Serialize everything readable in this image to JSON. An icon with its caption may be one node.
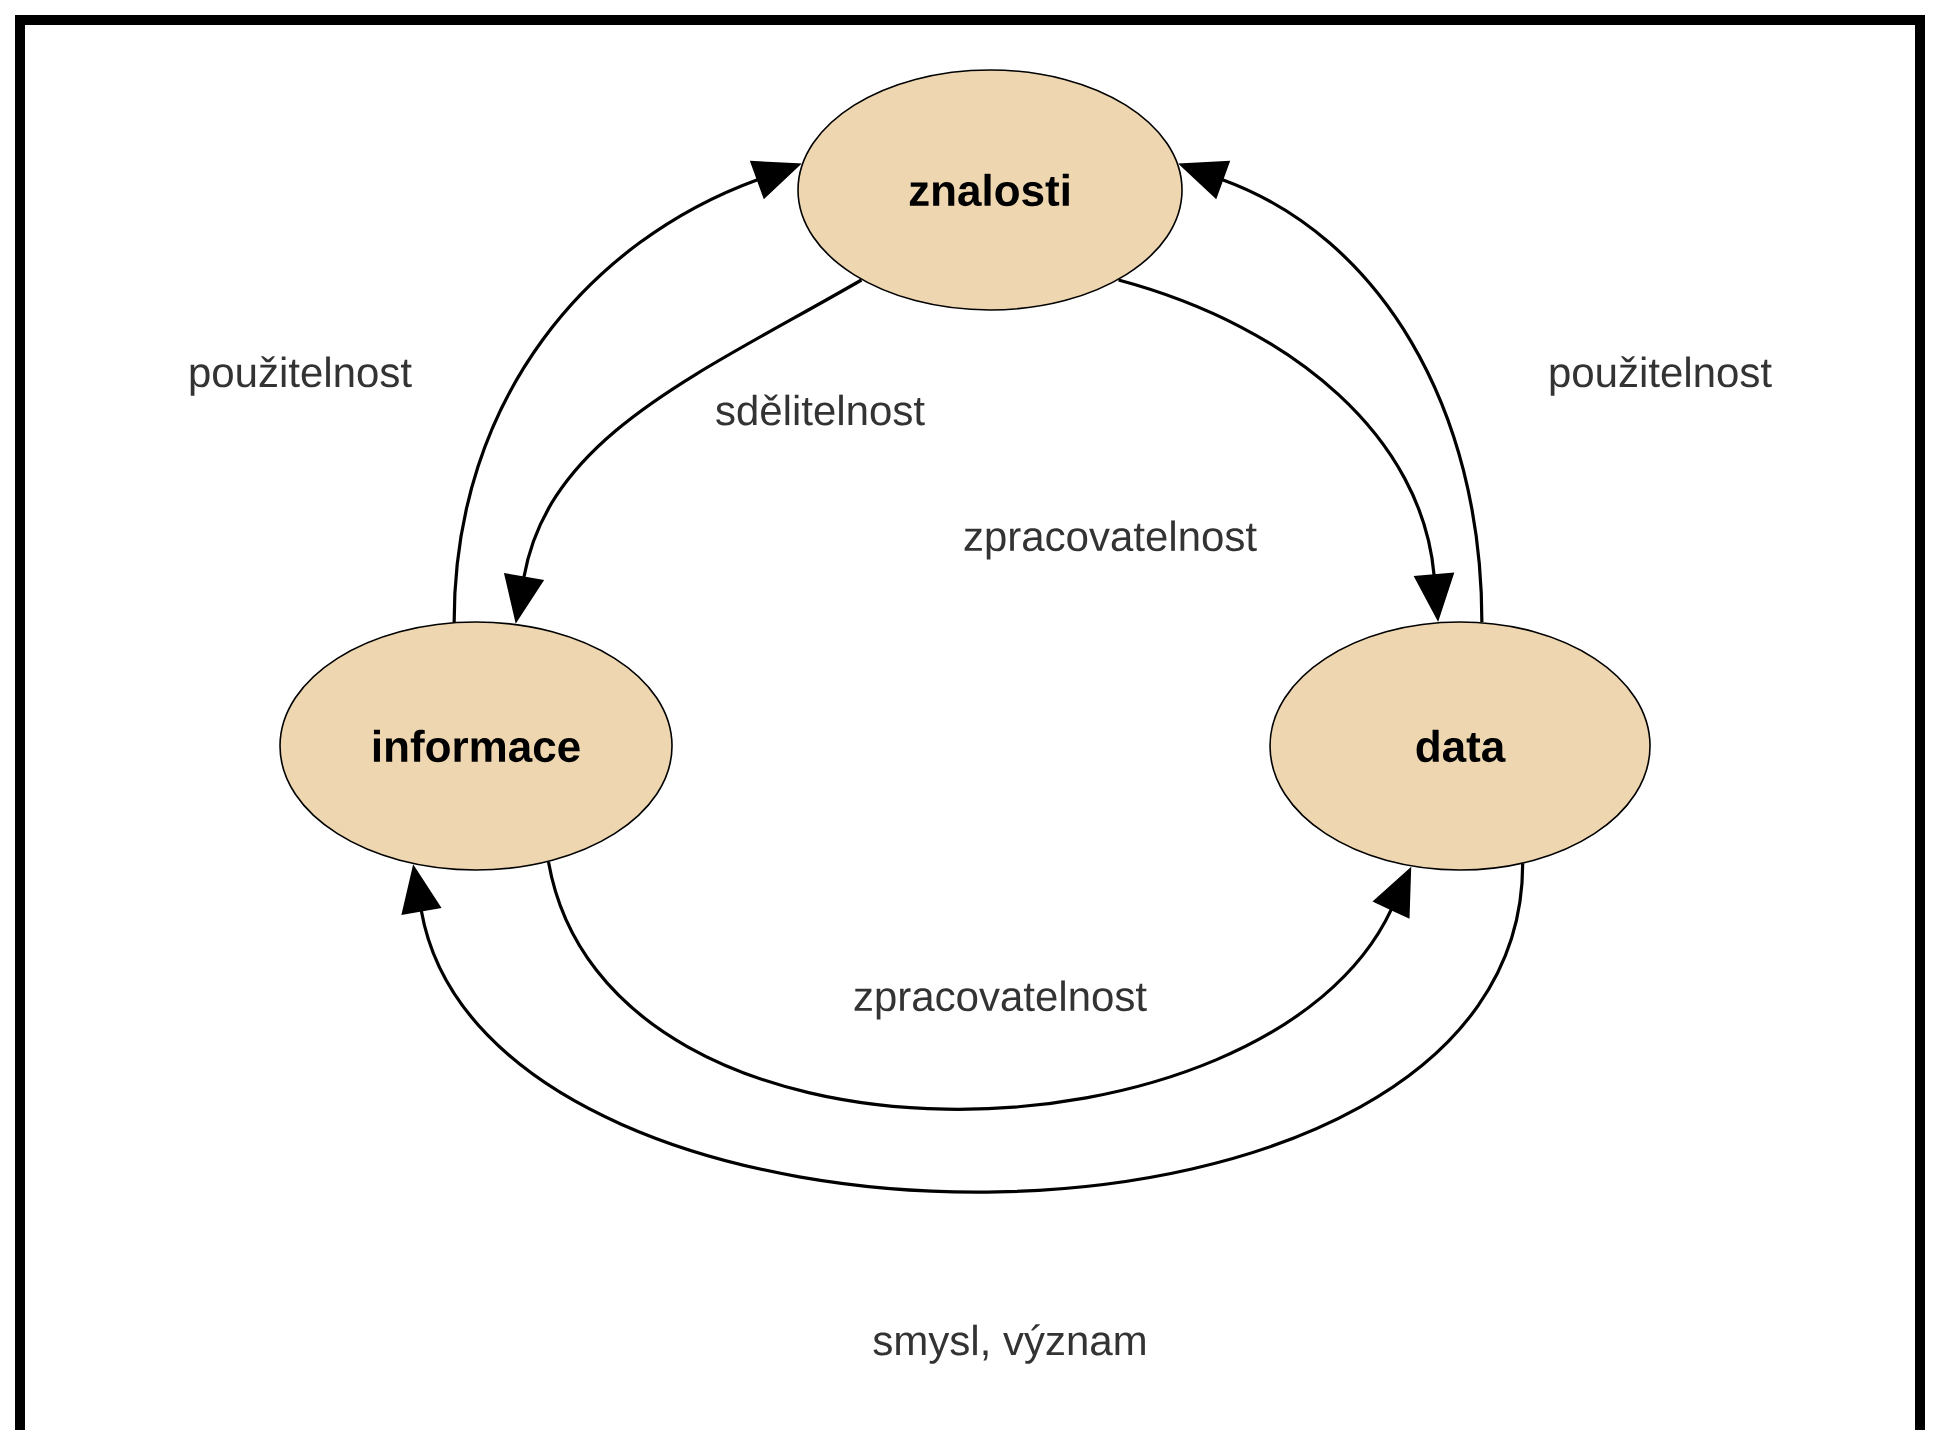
{
  "diagram": {
    "nodes": [
      {
        "text": [
          "znalosti"
        ]
      },
      {
        "text": [
          "informace"
        ]
      },
      {
        "text": [
          "data"
        ]
      }
    ],
    "edges": [
      {
        "from": 1,
        "to": 0,
        "arrow": "to",
        "label": "použitelnost"
      },
      {
        "from": 2,
        "to": 0,
        "arrow": "to",
        "label": "použitelnost"
      },
      {
        "from": 0,
        "to": 1,
        "arrow": "to",
        "label": "sdělitelnost"
      },
      {
        "from": 0,
        "to": 2,
        "arrow": "to",
        "label": "zpracovatelnost"
      },
      {
        "from": 1,
        "to": 2,
        "arrow": "to",
        "label": "zpracovatelnost"
      },
      {
        "from": 2,
        "to": 1,
        "arrow": "to",
        "label": "smysl, význam"
      }
    ]
  }
}
